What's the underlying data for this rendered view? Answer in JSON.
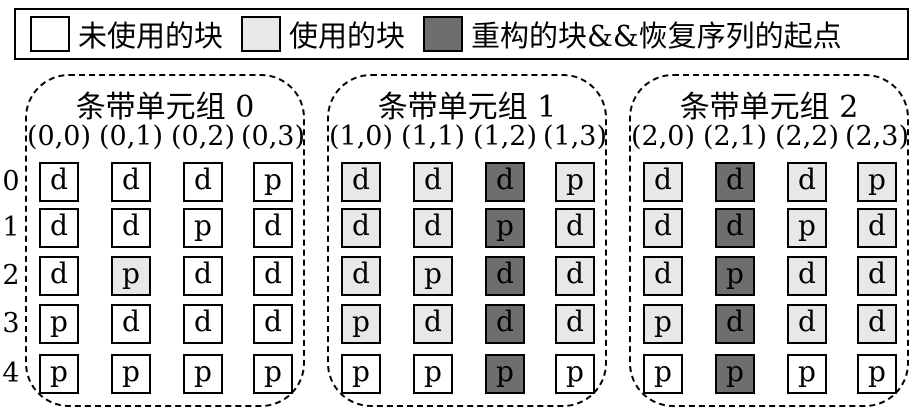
{
  "colors": {
    "unused": "#ffffff",
    "used": "#e8e8e8",
    "reconstructed": "#6e6e6e"
  },
  "legend": [
    {
      "label": "未使用的块",
      "state": "unused"
    },
    {
      "label": "使用的块",
      "state": "used"
    },
    {
      "label": "重构的块&&恢复序列的起点",
      "state": "reconstructed"
    }
  ],
  "row_labels": [
    "0",
    "1",
    "2",
    "3",
    "4"
  ],
  "groups": [
    {
      "title": "条带单元组 0",
      "columns": [
        "(0,0)",
        "(0,1)",
        "(0,2)",
        "(0,3)"
      ],
      "cells": [
        [
          [
            "d",
            "unused"
          ],
          [
            "d",
            "unused"
          ],
          [
            "d",
            "unused"
          ],
          [
            "p",
            "unused"
          ]
        ],
        [
          [
            "d",
            "unused"
          ],
          [
            "d",
            "unused"
          ],
          [
            "p",
            "unused"
          ],
          [
            "d",
            "unused"
          ]
        ],
        [
          [
            "d",
            "unused"
          ],
          [
            "p",
            "used"
          ],
          [
            "d",
            "unused"
          ],
          [
            "d",
            "unused"
          ]
        ],
        [
          [
            "p",
            "unused"
          ],
          [
            "d",
            "unused"
          ],
          [
            "d",
            "unused"
          ],
          [
            "d",
            "unused"
          ]
        ],
        [
          [
            "p",
            "unused"
          ],
          [
            "p",
            "unused"
          ],
          [
            "p",
            "unused"
          ],
          [
            "p",
            "unused"
          ]
        ]
      ]
    },
    {
      "title": "条带单元组 1",
      "columns": [
        "(1,0)",
        "(1,1)",
        "(1,2)",
        "(1,3)"
      ],
      "cells": [
        [
          [
            "d",
            "used"
          ],
          [
            "d",
            "used"
          ],
          [
            "d",
            "reconstructed"
          ],
          [
            "p",
            "used"
          ]
        ],
        [
          [
            "d",
            "used"
          ],
          [
            "d",
            "used"
          ],
          [
            "p",
            "reconstructed"
          ],
          [
            "d",
            "used"
          ]
        ],
        [
          [
            "d",
            "used"
          ],
          [
            "p",
            "used"
          ],
          [
            "d",
            "reconstructed"
          ],
          [
            "d",
            "used"
          ]
        ],
        [
          [
            "p",
            "used"
          ],
          [
            "d",
            "used"
          ],
          [
            "d",
            "reconstructed"
          ],
          [
            "d",
            "used"
          ]
        ],
        [
          [
            "p",
            "unused"
          ],
          [
            "p",
            "unused"
          ],
          [
            "p",
            "reconstructed"
          ],
          [
            "p",
            "unused"
          ]
        ]
      ]
    },
    {
      "title": "条带单元组 2",
      "columns": [
        "(2,0)",
        "(2,1)",
        "(2,2)",
        "(2,3)"
      ],
      "cells": [
        [
          [
            "d",
            "used"
          ],
          [
            "d",
            "reconstructed"
          ],
          [
            "d",
            "used"
          ],
          [
            "p",
            "used"
          ]
        ],
        [
          [
            "d",
            "used"
          ],
          [
            "d",
            "reconstructed"
          ],
          [
            "p",
            "used"
          ],
          [
            "d",
            "used"
          ]
        ],
        [
          [
            "d",
            "used"
          ],
          [
            "p",
            "reconstructed"
          ],
          [
            "d",
            "used"
          ],
          [
            "d",
            "used"
          ]
        ],
        [
          [
            "p",
            "used"
          ],
          [
            "d",
            "reconstructed"
          ],
          [
            "d",
            "used"
          ],
          [
            "d",
            "used"
          ]
        ],
        [
          [
            "p",
            "unused"
          ],
          [
            "p",
            "reconstructed"
          ],
          [
            "p",
            "unused"
          ],
          [
            "p",
            "unused"
          ]
        ]
      ]
    }
  ]
}
